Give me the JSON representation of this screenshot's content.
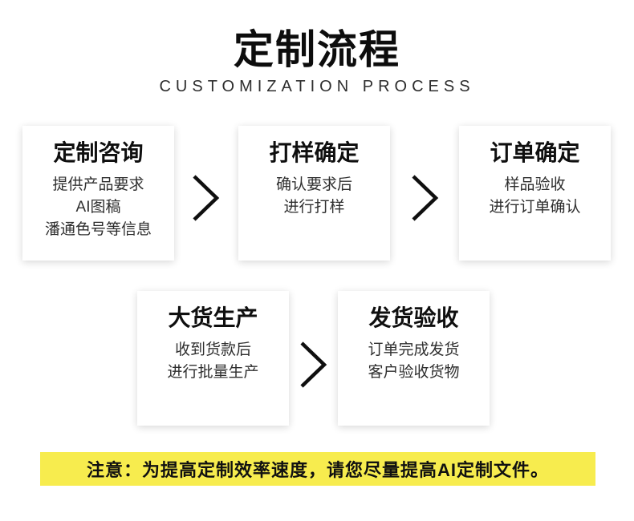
{
  "header": {
    "title": "定制流程",
    "subtitle": "CUSTOMIZATION PROCESS"
  },
  "steps": [
    {
      "title": "定制咨询",
      "lines": [
        "提供产品要求",
        "AI图稿",
        "潘通色号等信息"
      ]
    },
    {
      "title": "打样确定",
      "lines": [
        "确认要求后",
        "进行打样"
      ]
    },
    {
      "title": "订单确定",
      "lines": [
        "样品验收",
        "进行订单确认"
      ]
    },
    {
      "title": "大货生产",
      "lines": [
        "收到货款后",
        "进行批量生产"
      ]
    },
    {
      "title": "发货验收",
      "lines": [
        "订单完成发货",
        "客户验收货物"
      ]
    }
  ],
  "arrows": {
    "count": 3,
    "glyph": "chevron-right",
    "color": "#0f0f0f"
  },
  "notice": {
    "text": "注意：为提高定制效率速度，请您尽量提高AI定制文件。",
    "background": "#f7ec4e"
  },
  "colors": {
    "page_background": "#ffffff",
    "card_background": "#ffffff",
    "text_primary": "#0d0d0d",
    "text_secondary": "#2f2f2f",
    "accent_yellow": "#f7ec4e"
  }
}
